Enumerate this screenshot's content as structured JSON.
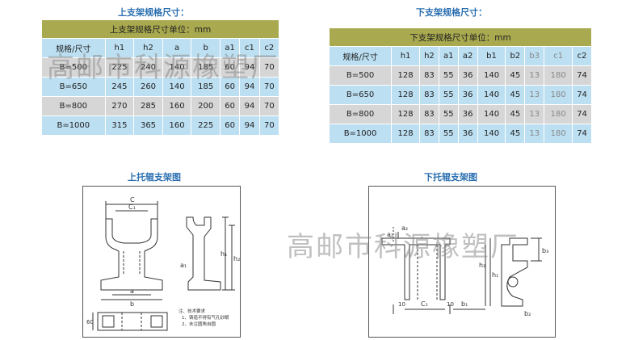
{
  "upper": {
    "title": "上支架规格尺寸：",
    "caption": "上支架规格尺寸单位：mm",
    "headers": [
      "规格/尺寸",
      "h1",
      "h2",
      "a",
      "b",
      "a1",
      "c1",
      "c2"
    ],
    "rows": [
      [
        "B=500",
        "225",
        "240",
        "140",
        "185",
        "60",
        "94",
        "70"
      ],
      [
        "B=650",
        "245",
        "260",
        "140",
        "185",
        "60",
        "94",
        "70"
      ],
      [
        "B=800",
        "270",
        "285",
        "160",
        "200",
        "60",
        "94",
        "70"
      ],
      [
        "B=1000",
        "315",
        "365",
        "160",
        "225",
        "60",
        "94",
        "70"
      ]
    ]
  },
  "lower": {
    "title": "下支架规格尺寸：",
    "caption": "下支架规格尺寸单位：mm",
    "headers": [
      "规格/尺寸",
      "h1",
      "h2",
      "a1",
      "a2",
      "b1",
      "b2",
      "b3",
      "c1",
      "c2"
    ],
    "rows": [
      [
        "B=500",
        "128",
        "83",
        "55",
        "36",
        "140",
        "45",
        "13",
        "180",
        "74"
      ],
      [
        "B=650",
        "128",
        "83",
        "55",
        "36",
        "140",
        "45",
        "13",
        "180",
        "74"
      ],
      [
        "B=800",
        "128",
        "83",
        "55",
        "36",
        "140",
        "45",
        "13",
        "180",
        "74"
      ],
      [
        "B=1000",
        "128",
        "83",
        "55",
        "36",
        "140",
        "45",
        "13",
        "180",
        "74"
      ]
    ]
  },
  "drawing_upper": {
    "title": "上托辊支架图",
    "labels": {
      "c": "C",
      "c1": "C₁",
      "a": "a",
      "b": "b",
      "h1": "h₁",
      "h2": "h₂",
      "a1": "a₁",
      "b60": "60"
    },
    "notes": [
      "注、技术要求",
      "1、铸造不得有气孔砂眼",
      "2、未注圆角自圆"
    ]
  },
  "drawing_lower": {
    "title": "下托辊支架图",
    "labels": {
      "h1": "h₁",
      "h2": "h₂",
      "b1": "b₁",
      "b2": "b₂",
      "c1": "C₁",
      "b3": "b₃",
      "a1": "a₁",
      "a2": "a₂",
      "t10a": "10",
      "t10b": "10"
    }
  },
  "watermark": "高邮市科源橡塑厂"
}
